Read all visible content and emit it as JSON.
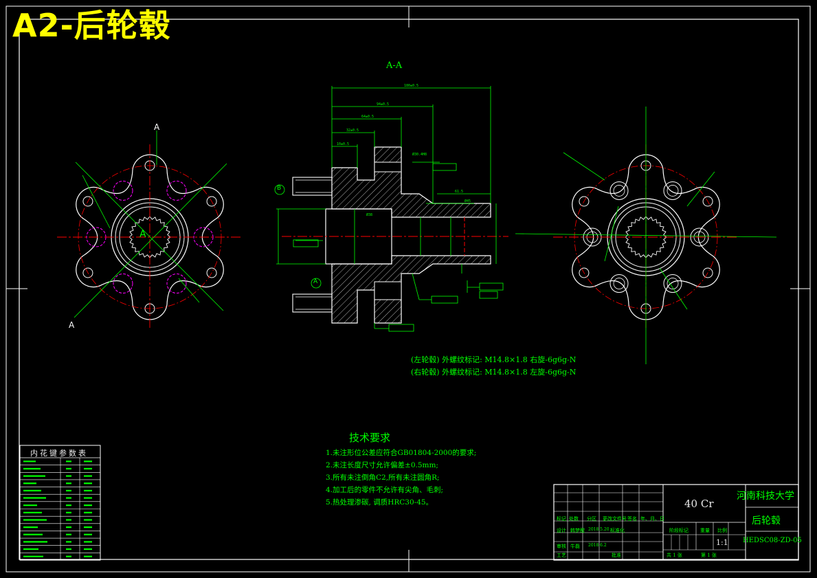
{
  "sheet": {
    "title": "A2-后轮毂",
    "section_label": "A-A",
    "view_marker_a": "A",
    "view_marker_b": "B"
  },
  "notes": {
    "thread_left": "(左轮毂) 外螺纹标记: M14.8×1.8  右旋-6g6g-N",
    "thread_right": "(右轮毂) 外螺纹标记: M14.8×1.8  左旋-6g6g-N"
  },
  "tech_requirements": {
    "title": "技术要求",
    "items": [
      "1.未注形位公差应符合GB01804-2000的要求;",
      "2.未注长度尺寸允许偏差±0.5mm;",
      "3.所有未注倒角C2,所有未注圆角R;",
      "4.加工后的零件不允许有尖角、毛刺;",
      "5.热处理渗碳, 调质HRC30-45。"
    ]
  },
  "param_table": {
    "title": "内花键参数表"
  },
  "title_block": {
    "material": "40 Cr",
    "university": "河南科技大学",
    "part_name": "后轮毂",
    "drawing_no": "HEDSC08-ZD-05",
    "scale": "1:1",
    "stage_mark": "阶段标记",
    "weight": "重量",
    "scale_label": "比例",
    "sheet_total": "共 1 张",
    "sheet_index": "第 1 张",
    "row_labels": {
      "mark": "标记",
      "count": "处数",
      "zone": "分区",
      "change_doc": "更改文件号",
      "signature": "签名",
      "date": "年、月、日",
      "design": "设计",
      "designer": "韩梦醒",
      "design_date": "2018.5.20",
      "standardize": "标准化",
      "review": "审核",
      "reviewer": "牛磊",
      "review_date": "2018.6.2",
      "process": "工艺",
      "approve": "批准"
    }
  },
  "colors": {
    "outline": "#ffffff",
    "dimension": "#00ff00",
    "centerline": "#ff0000",
    "hidden": "#ff00ff",
    "title": "#ffff00"
  }
}
